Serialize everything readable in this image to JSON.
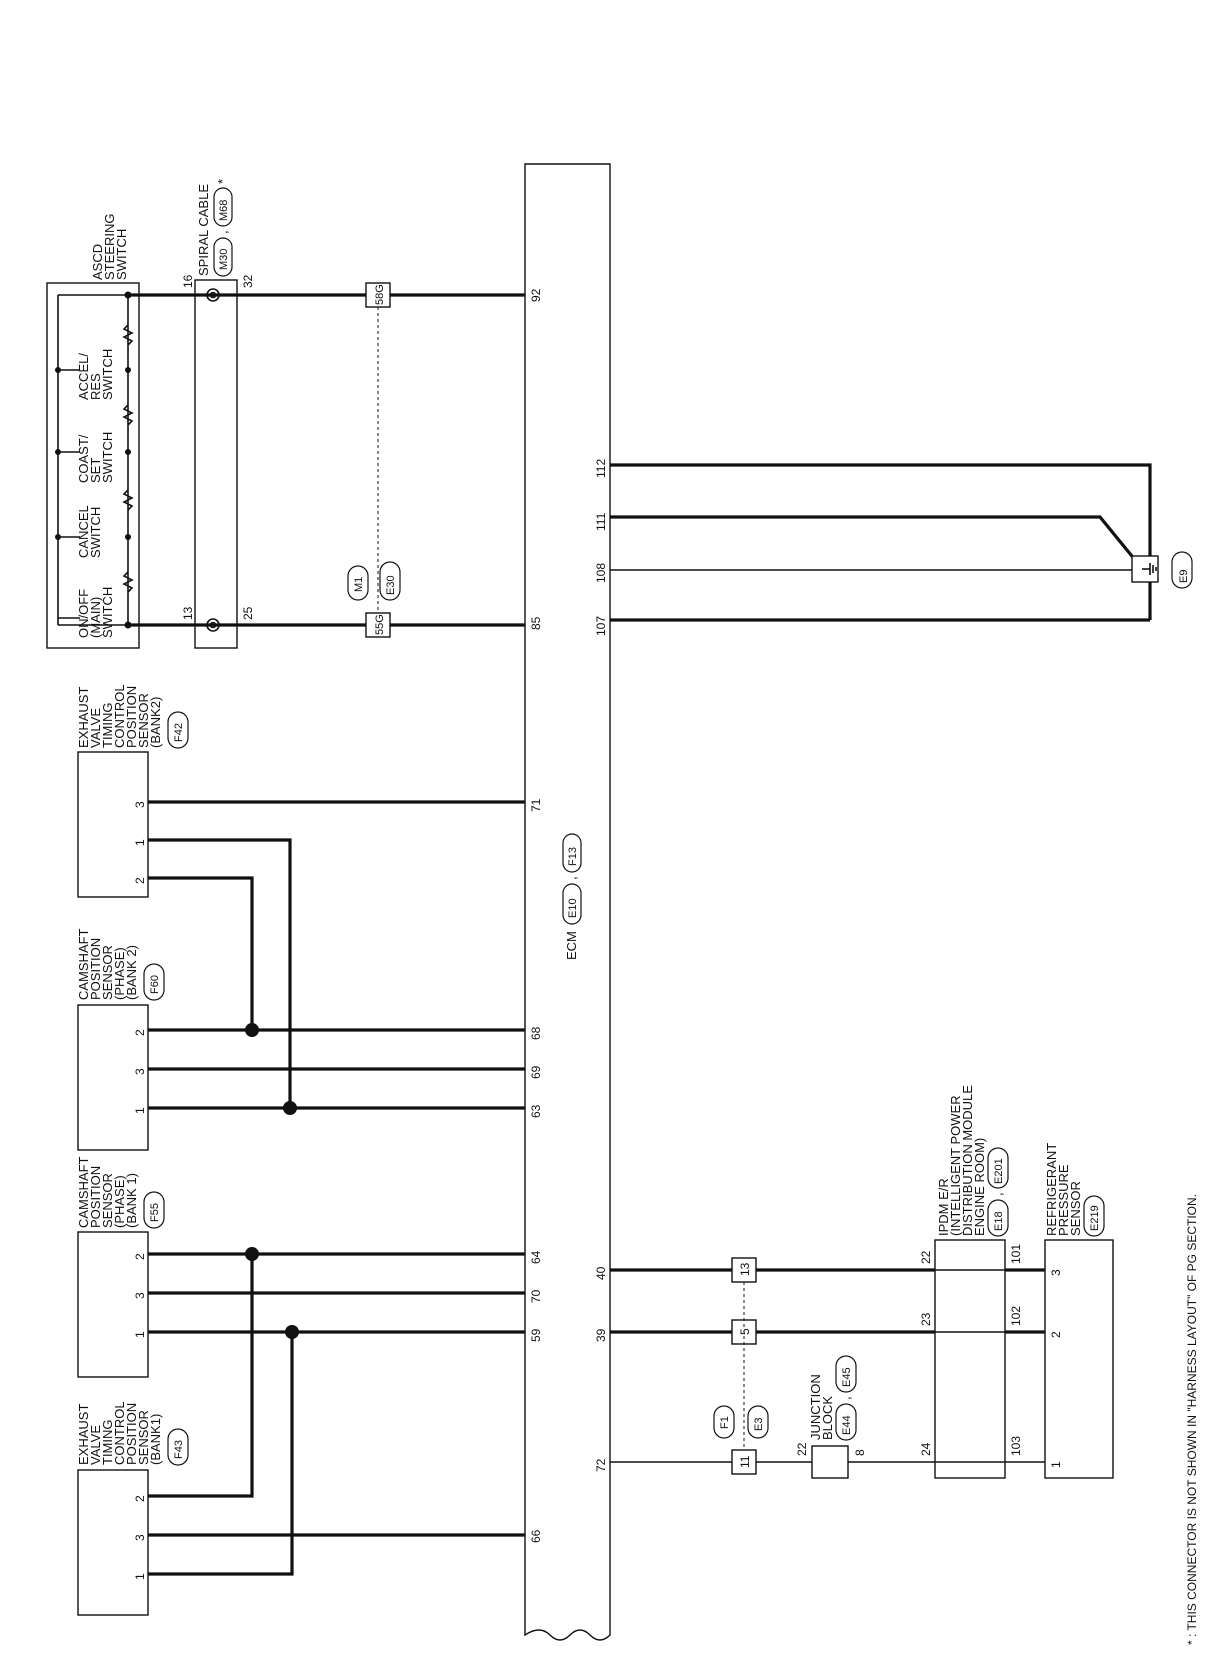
{
  "ecm": {
    "label": "ECM",
    "connectors": [
      "E10",
      "F13"
    ],
    "pins": [
      "92",
      "85",
      "71",
      "68",
      "69",
      "63",
      "64",
      "70",
      "59",
      "66",
      "112",
      "111",
      "108",
      "107",
      "40",
      "39",
      "72"
    ]
  },
  "ascd": {
    "title": [
      "ASCD",
      "STEERING",
      "SWITCH"
    ],
    "switches": [
      [
        "ACCEL/",
        "RES",
        "SWITCH"
      ],
      [
        "COAST/",
        "SET",
        "SWITCH"
      ],
      [
        "CANCEL",
        "SWITCH"
      ],
      [
        "ON/OFF",
        "(MAIN)",
        "SWITCH"
      ]
    ],
    "pins": [
      "16",
      "13"
    ]
  },
  "spiral": {
    "title": "SPIRAL CABLE",
    "connectors": [
      "M30",
      "M68"
    ],
    "asterisk": "*",
    "pins": [
      "32",
      "25"
    ]
  },
  "harness": {
    "c1": "58G",
    "c2": "55G",
    "conns": [
      "M1",
      "E30"
    ]
  },
  "evt2": {
    "title": [
      "EXHAUST",
      "VALVE",
      "TIMING",
      "CONTROL",
      "POSITION",
      "SENSOR",
      "(BANK2)"
    ],
    "connector": "F42",
    "pins": [
      "3",
      "1",
      "2"
    ]
  },
  "cmp2": {
    "title": [
      "CAMSHAFT",
      "POSITION",
      "SENSOR",
      "(PHASE)",
      "(BANK 2)"
    ],
    "connector": "F60",
    "pins": [
      "2",
      "3",
      "1"
    ]
  },
  "cmp1": {
    "title": [
      "CAMSHAFT",
      "POSITION",
      "SENSOR",
      "(PHASE)",
      "(BANK 1)"
    ],
    "connector": "F55",
    "pins": [
      "2",
      "3",
      "1"
    ]
  },
  "evt1": {
    "title": [
      "EXHAUST",
      "VALVE",
      "TIMING",
      "CONTROL",
      "POSITION",
      "SENSOR",
      "(BANK1)"
    ],
    "connector": "F43",
    "pins": [
      "2",
      "3",
      "1"
    ]
  },
  "ground": {
    "connector": "E9"
  },
  "ipdm": {
    "title": [
      "IPDM E/R",
      "(INTELLIGENT POWER",
      "DISTRIBUTION MODULE",
      "ENGINE ROOM)"
    ],
    "connectors": [
      "E18",
      "E201"
    ],
    "pins_left": [
      "22",
      "23",
      "24"
    ],
    "pins_right": [
      "101",
      "102",
      "103"
    ]
  },
  "refrig": {
    "title": [
      "REFRIGERANT",
      "PRESSURE",
      "SENSOR"
    ],
    "connector": "E219",
    "pins": [
      "3",
      "2",
      "1"
    ]
  },
  "junction": {
    "title": [
      "JUNCTION",
      "BLOCK"
    ],
    "connectors": [
      "E44",
      "E45"
    ],
    "pins": [
      "22",
      "8"
    ]
  },
  "fconn": {
    "conns": [
      "F1",
      "E3"
    ],
    "pins": [
      "13",
      "5",
      "11"
    ]
  },
  "note": "* : THIS CONNECTOR IS NOT SHOWN IN \"HARNESS LAYOUT\" OF PG SECTION."
}
